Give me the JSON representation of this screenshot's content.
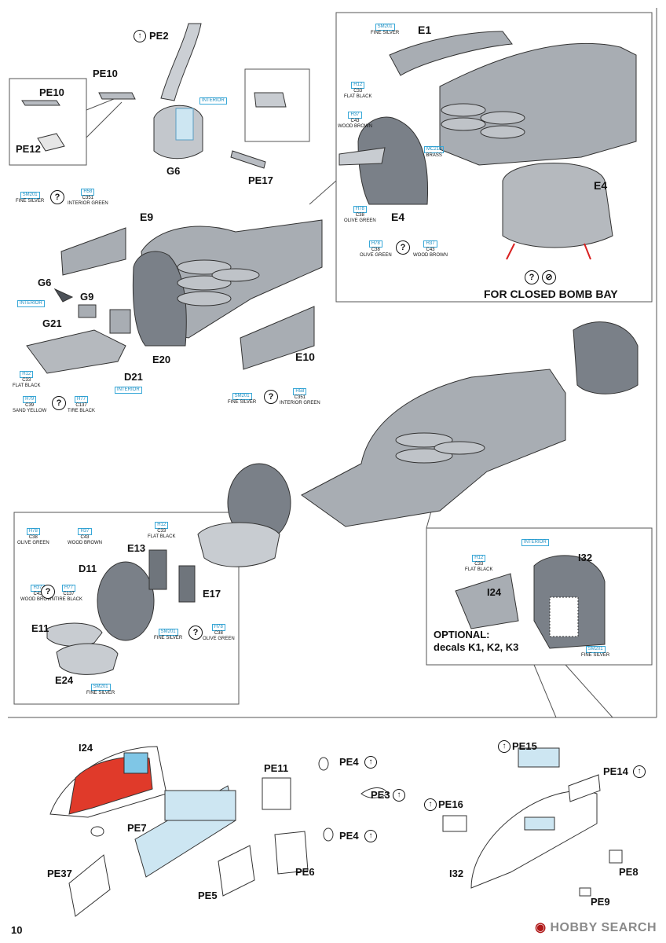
{
  "page": {
    "number": "10"
  },
  "watermark": {
    "text": "HOBBY SEARCH",
    "brand_color": "#b01818"
  },
  "colors": {
    "part_gray": "#a8adb3",
    "part_dark": "#7a8088",
    "pe_blue": "#cde6f2",
    "pe_red": "#e03a2a",
    "code_blue": "#1a8cc0"
  },
  "labels": {
    "pe2": "PE2",
    "pe10": "PE10",
    "pe10b": "PE10",
    "pe12": "PE12",
    "g6": "G6",
    "pe17": "PE17",
    "e1": "E1",
    "e4a": "E4",
    "e4b": "E4",
    "closed": "FOR CLOSED BOMB BAY",
    "e9": "E9",
    "g6b": "G6",
    "g9": "G9",
    "g21": "G21",
    "e20": "E20",
    "d21": "D21",
    "e10": "E10",
    "e13": "E13",
    "d11": "D11",
    "e17": "E17",
    "e11": "E11",
    "e24": "E24",
    "i32a": "I32",
    "i24a": "I24",
    "optional": "OPTIONAL:",
    "decals": "decals K1, K2, K3",
    "i24b": "I24",
    "pe11": "PE11",
    "pe4a": "PE4",
    "pe3": "PE3",
    "pe4b": "PE4",
    "pe7": "PE7",
    "pe37": "PE37",
    "pe5": "PE5",
    "pe6": "PE6",
    "pe15": "PE15",
    "pe14": "PE14",
    "pe16": "PE16",
    "i32b": "I32",
    "pe8": "PE8",
    "pe9": "PE9"
  },
  "paints": {
    "sm201_top": {
      "code": "SM201",
      "name": "FINE SILVER"
    },
    "h12_top": {
      "code": "H12",
      "c": "C33",
      "name": "FLAT BLACK"
    },
    "h37_top": {
      "code": "H37",
      "c": "C43",
      "name": "WOOD BROWN"
    },
    "mc219": {
      "code": "MC219",
      "name": "BRASS"
    },
    "h78_top": {
      "code": "H78",
      "c": "C38",
      "name": "OLIVE GREEN"
    },
    "h78_mid": {
      "code": "H78",
      "c": "C38",
      "name": "OLIVE GREEN"
    },
    "h37_mid": {
      "code": "H37",
      "c": "C43",
      "name": "WOOD BROWN"
    },
    "interior_seat": {
      "code": "INTERIOR"
    },
    "sm201_e9": {
      "code": "SM201",
      "name": "FINE SILVER"
    },
    "h58_e9": {
      "code": "H58",
      "c": "C351",
      "name": "INTERIOR GREEN"
    },
    "interior_g": {
      "code": "INTERIOR"
    },
    "h12_d21": {
      "code": "H12",
      "c": "C33",
      "name": "FLAT BLACK"
    },
    "interior_d21": {
      "code": "INTERIOR"
    },
    "h79": {
      "code": "H79",
      "c": "C39",
      "name": "SAND YELLOW"
    },
    "h77_d21": {
      "code": "H77",
      "c": "C137",
      "name": "TIRE BLACK"
    },
    "sm201_e10": {
      "code": "SM201",
      "name": "FINE SILVER"
    },
    "h58_e10": {
      "code": "H58",
      "c": "C351",
      "name": "INTERIOR GREEN"
    },
    "h78_bot": {
      "code": "H78",
      "c": "C38",
      "name": "OLIVE GREEN"
    },
    "h37_bot": {
      "code": "H37",
      "c": "C43",
      "name": "WOOD BROWN"
    },
    "h12_bot": {
      "code": "H12",
      "c": "C33",
      "name": "FLAT BLACK"
    },
    "h37_e11": {
      "code": "H37",
      "c": "C43",
      "name": "WOOD BROWN"
    },
    "h77_e11": {
      "code": "H77",
      "c": "C137",
      "name": "TIRE BLACK"
    },
    "sm201_bot": {
      "code": "SM201",
      "name": "FINE SILVER"
    },
    "h78_e17": {
      "code": "H78",
      "c": "C38",
      "name": "OLIVE GREEN"
    },
    "sm201_e24": {
      "code": "SM201",
      "name": "FINE SILVER"
    },
    "h12_i24": {
      "code": "H12",
      "c": "C33",
      "name": "FLAT BLACK"
    },
    "interior_i32": {
      "code": "INTERIOR"
    },
    "sm201_i32": {
      "code": "SM201",
      "name": "FINE SILVER"
    }
  }
}
